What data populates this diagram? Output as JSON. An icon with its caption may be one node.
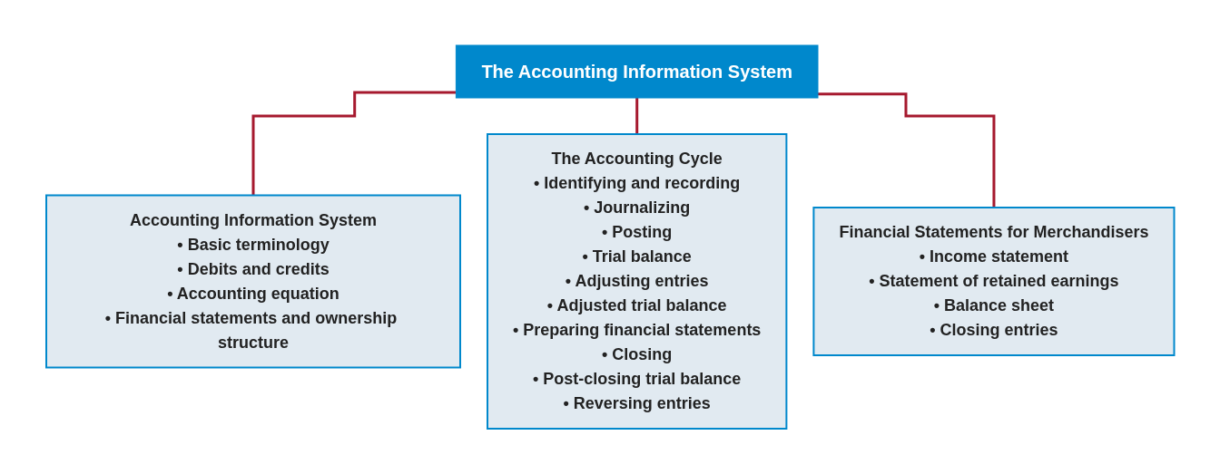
{
  "diagram": {
    "nodes": [
      {
        "text": [
          "The Accounting Information System"
        ]
      },
      {
        "text": [
          "Accounting Information System",
          "• Basic terminology",
          "• Debits and credits",
          "• Accounting equation",
          "• Financial statements and ownership structure"
        ]
      },
      {
        "text": [
          "The Accounting Cycle",
          "• Identifying and recording",
          "• Journalizing",
          "• Posting",
          "• Trial balance",
          "• Adjusting entries",
          "• Adjusted trial balance",
          "• Preparing financial statements",
          "• Closing",
          "• Post-closing trial balance",
          "• Reversing entries"
        ]
      },
      {
        "text": [
          "Financial Statements for Merchandisers",
          "• Income statement",
          "• Statement of retained earnings",
          "• Balance sheet",
          "• Closing entries"
        ]
      }
    ],
    "edges": [
      {
        "from": 0,
        "to": 1,
        "arrow": "none"
      },
      {
        "from": 0,
        "to": 2,
        "arrow": "none"
      },
      {
        "from": 0,
        "to": 3,
        "arrow": "none"
      }
    ]
  }
}
